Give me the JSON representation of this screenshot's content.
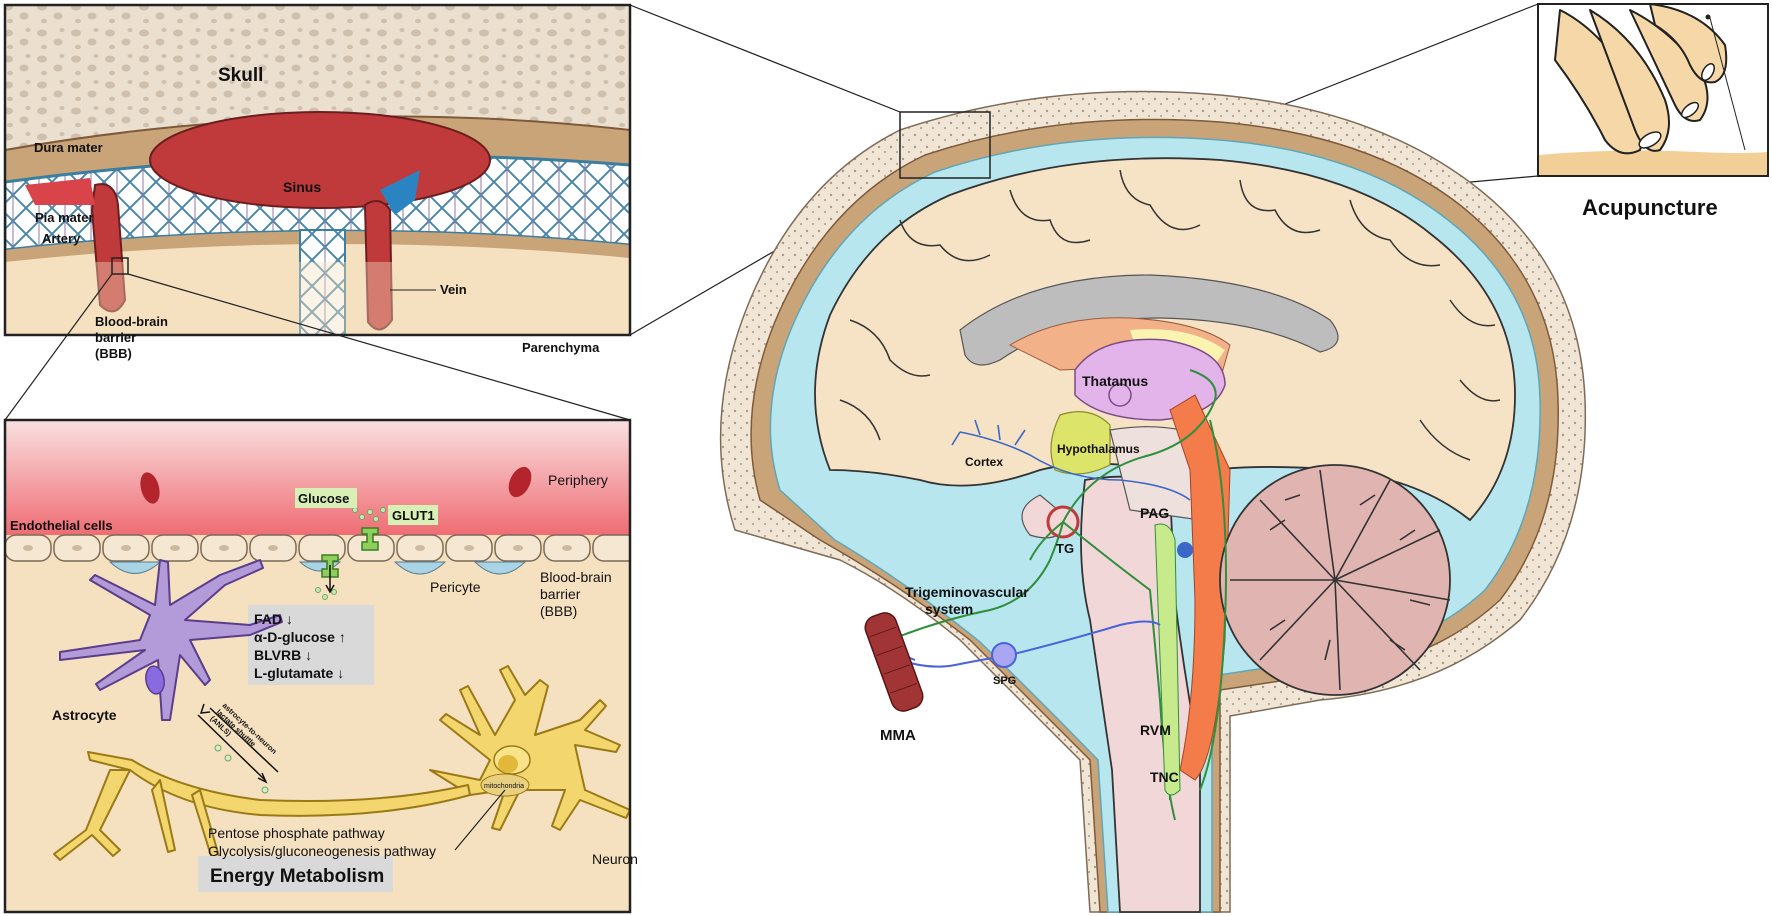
{
  "panel_meninges": {
    "skull": "Skull",
    "dura_mater": "Dura mater",
    "sinus": "Sinus",
    "pia_mater": "Pia mater",
    "artery": "Artery",
    "vein": "Vein",
    "bbb_line1": "Blood-brain",
    "bbb_line2": "barrier",
    "bbb_line3": "(BBB)",
    "parenchyma": "Parenchyma"
  },
  "panel_metabolism": {
    "periphery": "Periphery",
    "endothelial": "Endothelial cells",
    "glucose": "Glucose",
    "glut1": "GLUT1",
    "pericyte": "Pericyte",
    "bbb_line1": "Blood-brain",
    "bbb_line2": "barrier",
    "bbb_line3": "(BBB)",
    "metabolites": [
      "FAD ↓",
      "α-D-glucose ↑",
      "BLVRB ↓",
      "L-glutamate ↓"
    ],
    "astrocyte": "Astrocyte",
    "anls_line1": "astrocyte-to-neuron",
    "anls_line2": "lactate shuttle",
    "anls_line3": "(ANLS)",
    "mitochondria": "mitochondria",
    "pentose": "Pentose phosphate pathway",
    "glycolysis": "Glycolysis/gluconeogenesis pathway",
    "neuron": "Neuron",
    "title": "Energy Metabolism"
  },
  "brain": {
    "thalamus": "Thatamus",
    "hypothalamus": "Hypothalamus",
    "cortex": "Cortex",
    "pag": "PAG",
    "tg": "TG",
    "trigemino_line1": "Trigeminovascular",
    "trigemino_line2": "system",
    "spg": "SPG",
    "mma": "MMA",
    "rvm": "RVM",
    "tnc": "TNC"
  },
  "acupuncture": {
    "label": "Acupuncture"
  },
  "colors": {
    "blood_red": "#c0393b",
    "csf_blue": "#b7e6ef",
    "tissue": "#f6e2c4",
    "skull": "#e9dccb",
    "dura": "#c9a478",
    "astrocyte": "#b39ad9",
    "neuron": "#f3d66d",
    "nerve_green": "#2f8f3c",
    "nerve_blue": "#4a63d8"
  }
}
